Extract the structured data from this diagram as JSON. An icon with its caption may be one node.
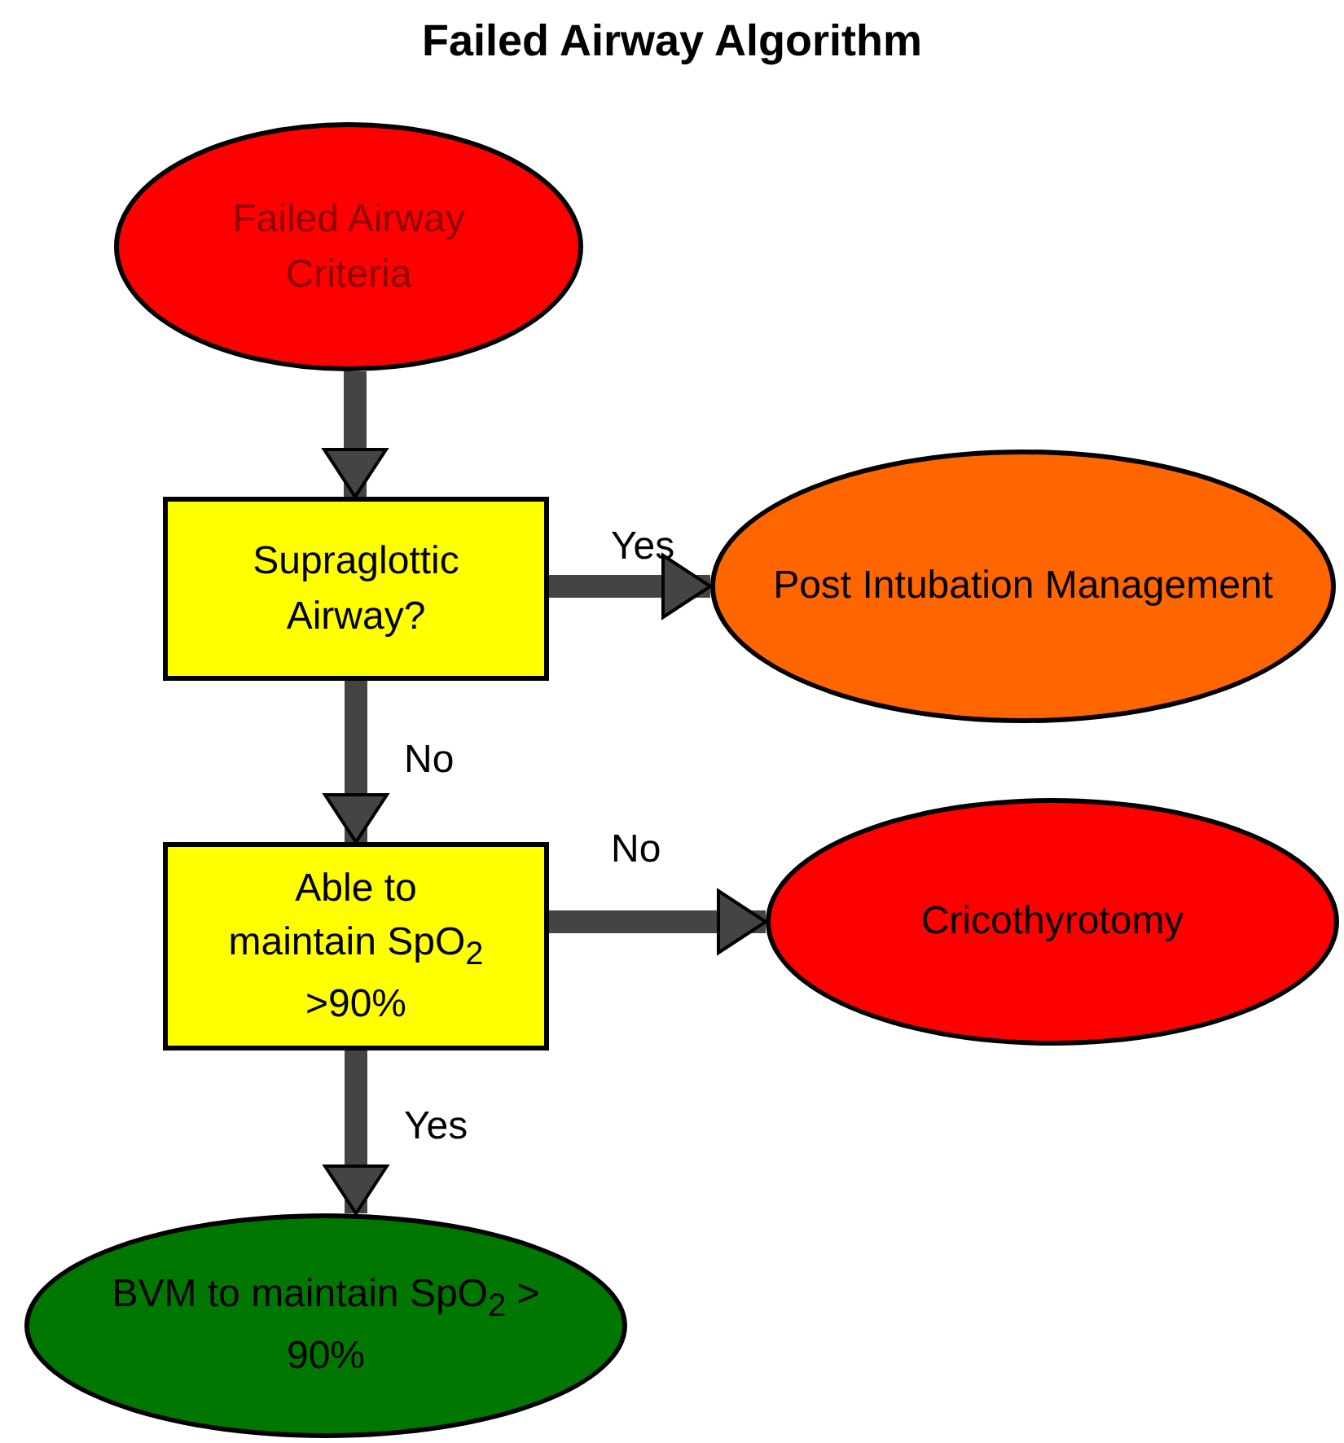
{
  "diagram": {
    "title": "Failed Airway Algorithm",
    "nodes": [
      {
        "text": [
          "Failed Airway Criteria"
        ]
      },
      {
        "text": [
          "Supraglottic Airway?"
        ]
      },
      {
        "text": [
          "Post Intubation Management"
        ]
      },
      {
        "text": [
          "Able to maintain SpO$_{2}$ >90%"
        ]
      },
      {
        "text": [
          "Cricothyrotomy"
        ]
      },
      {
        "text": [
          "BVM to maintain SpO$_{2}$ > 90%"
        ]
      }
    ],
    "edges": [
      {
        "from": 0,
        "to": 1,
        "arrow": "to"
      },
      {
        "from": 1,
        "to": 2,
        "arrow": "to",
        "label": "Yes"
      },
      {
        "from": 1,
        "to": 3,
        "arrow": "to",
        "label": "No"
      },
      {
        "from": 3,
        "to": 4,
        "arrow": "to",
        "label": "No"
      },
      {
        "from": 3,
        "to": 5,
        "arrow": "to",
        "label": "Yes"
      }
    ]
  }
}
